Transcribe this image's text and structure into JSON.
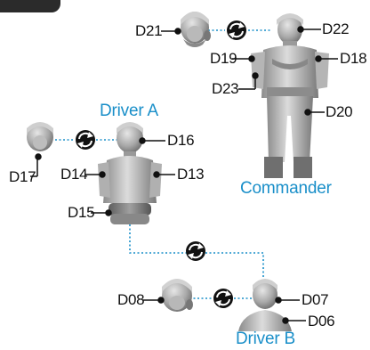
{
  "groups": {
    "driver_a": "Driver A",
    "commander": "Commander",
    "driver_b": "Driver B"
  },
  "parts": {
    "d06": "D06",
    "d07": "D07",
    "d08": "D08",
    "d13": "D13",
    "d14": "D14",
    "d15": "D15",
    "d16": "D16",
    "d17": "D17",
    "d18": "D18",
    "d19": "D19",
    "d20": "D20",
    "d21": "D21",
    "d22": "D22",
    "d23": "D23"
  },
  "colors": {
    "group_label": "#1a8fc9",
    "connector": "#1a8fc9",
    "figure_gray": "#9a9a9a"
  },
  "icons": [
    "head-swap-icon"
  ]
}
